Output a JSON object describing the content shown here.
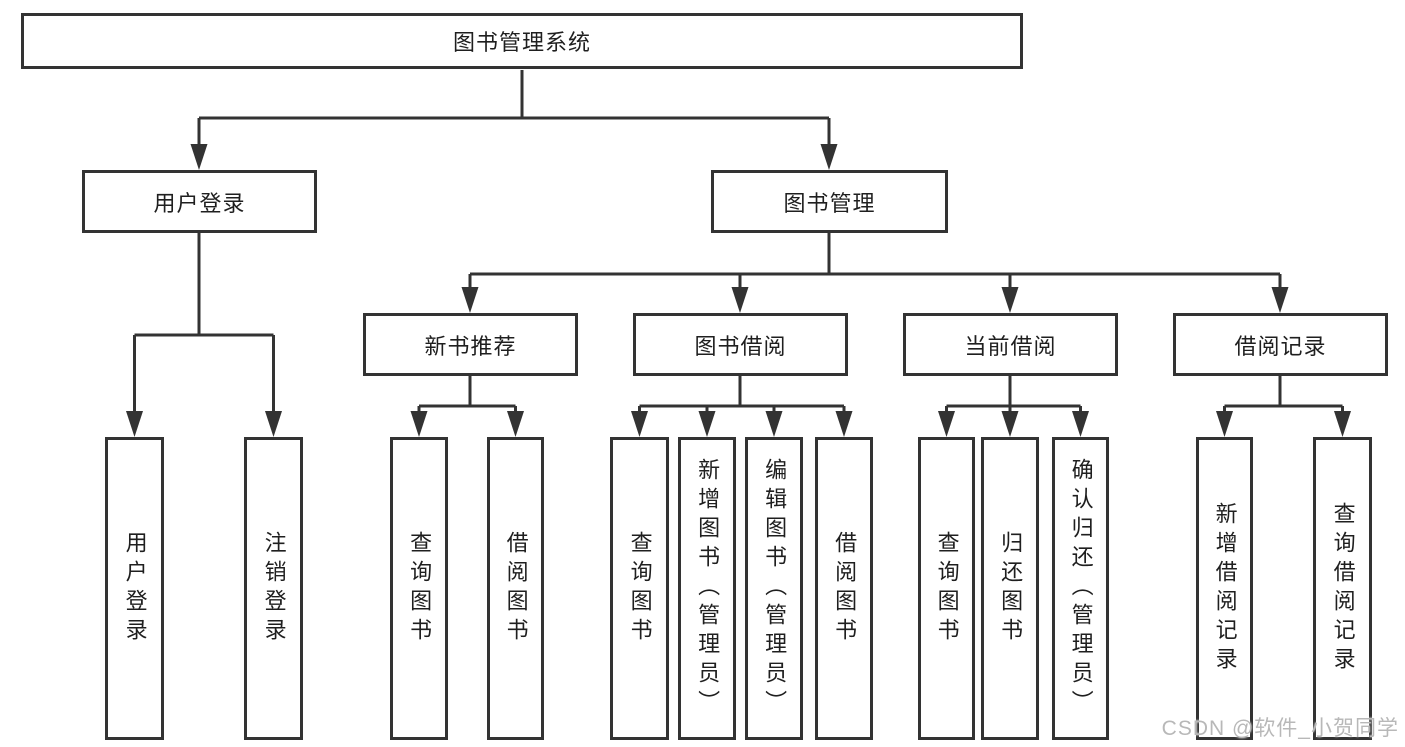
{
  "diagram": {
    "root": "图书管理系统",
    "level2": [
      "用户登录",
      "图书管理"
    ],
    "level3": [
      "新书推荐",
      "图书借阅",
      "当前借阅",
      "借阅记录"
    ],
    "leaves": [
      "用户登录",
      "注销登录",
      "查询图书",
      "借阅图书",
      "查询图书",
      "新增图书（管理员）",
      "编辑图书（管理员）",
      "借阅图书",
      "查询图书",
      "归还图书",
      "确认归还（管理员）",
      "新增借阅记录",
      "查询借阅记录"
    ]
  },
  "watermark": "CSDN @软件_小贺同学",
  "colors": {
    "line": "#333333",
    "box_border": "#333333",
    "text": "#1f1f1f",
    "background": "#ffffff",
    "watermark": "#b8b8b8"
  }
}
